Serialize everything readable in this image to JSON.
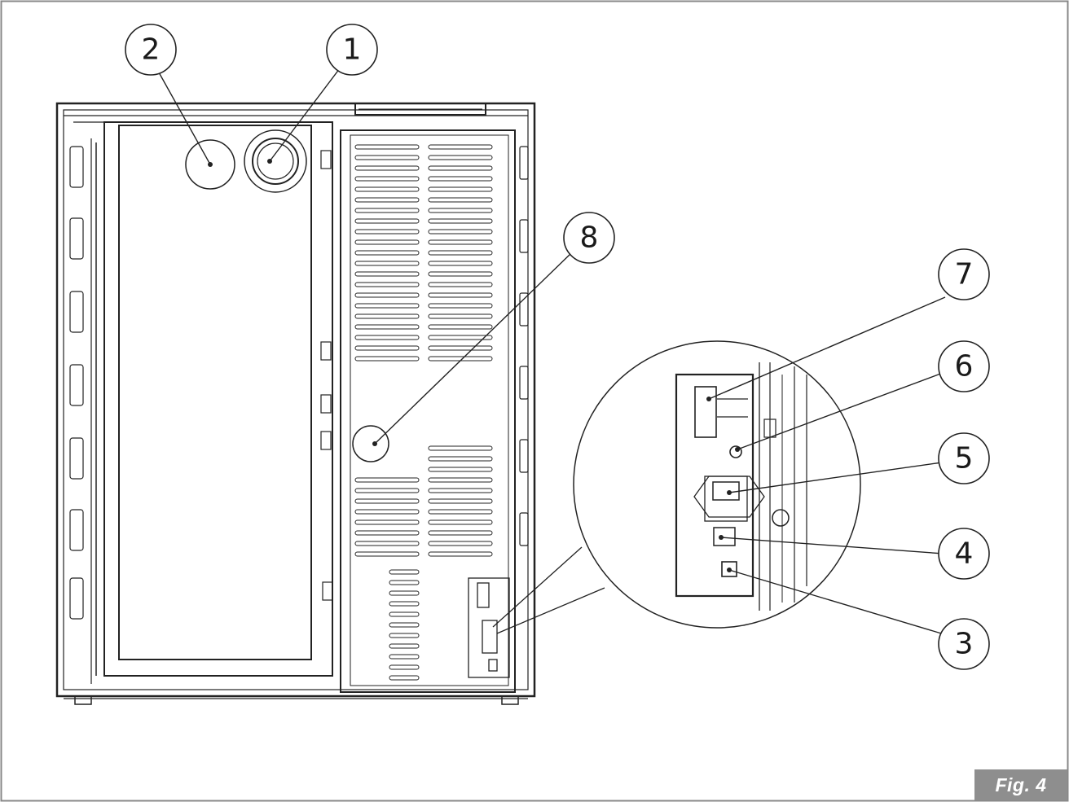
{
  "figure": {
    "tag": "Fig. 4"
  },
  "callouts": [
    {
      "id": "1",
      "label": "1"
    },
    {
      "id": "2",
      "label": "2"
    },
    {
      "id": "3",
      "label": "3"
    },
    {
      "id": "4",
      "label": "4"
    },
    {
      "id": "5",
      "label": "5"
    },
    {
      "id": "6",
      "label": "6"
    },
    {
      "id": "7",
      "label": "7"
    },
    {
      "id": "8",
      "label": "8"
    }
  ],
  "colors": {
    "line": "#222222",
    "border": "#888888",
    "tag_bg": "#8e8e8e"
  }
}
